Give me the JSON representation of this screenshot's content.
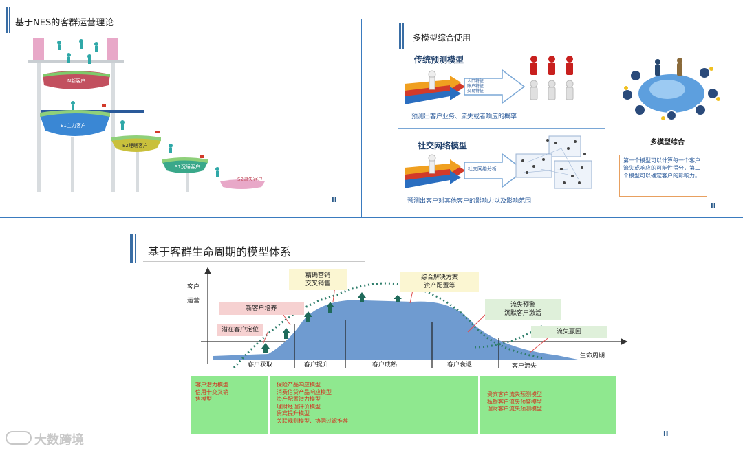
{
  "nes_panel": {
    "title": "基于NES的客群运营理论",
    "levels": [
      {
        "label": "N新客户"
      },
      {
        "label": "E1主力客户"
      },
      {
        "label": "E2睡眠客户"
      },
      {
        "label": "S1沉睡客户"
      },
      {
        "label": "S2流失客户"
      }
    ],
    "pager": "II"
  },
  "multi_model_panel": {
    "title": "多模型综合使用",
    "traditional": {
      "heading": "传统预测模型",
      "arrow_text": "人口特征\n账户特征\n交易特征",
      "caption": "预测出客户业务、流失或者响应的概率"
    },
    "social": {
      "heading": "社交网络模型",
      "arrow_text": "社交网络分析",
      "caption": "预测出客户对其他客户的影响力以及影响范围"
    },
    "combo": {
      "heading": "多模型综合",
      "description": "第一个模型可以计算每一个客户流失或响应的可能性得分，第二个模型可以确定客户的影响力。"
    },
    "pager": "II"
  },
  "lifecycle_panel": {
    "title": "基于客群生命周期的模型体系",
    "y_axis_label_1": "客户",
    "y_axis_label_2": "运营",
    "x_axis_label": "生命周期",
    "callouts": [
      {
        "text": "潜在客户定位"
      },
      {
        "text": "新客户培养"
      },
      {
        "text": "精确营销\n交叉销售"
      },
      {
        "text": "综合解决方案\n资产配置等"
      },
      {
        "text": "流失预警\n沉默客户激活"
      },
      {
        "text": "流失赢回"
      }
    ],
    "stages": [
      "客户获取",
      "客户提升",
      "客户成熟",
      "客户衰退",
      "客户流失"
    ],
    "models": [
      {
        "lines": [
          "客户潜力模型",
          "信用卡交叉销",
          "售模型"
        ]
      },
      {
        "lines": [
          "保险产品响应模型",
          "消费信贷产品响应模型",
          "资产配置潜力模型",
          "理财经理评价模型",
          "贵宾提升模型",
          "关联规则模型、协同过滤推荐"
        ]
      },
      {
        "lines": [
          "贵宾客户流失预测模型",
          "私银客户流失预警模型",
          "理财客户流失预测模型"
        ]
      }
    ],
    "pager": "II"
  },
  "watermark": "大数跨境",
  "colors": {
    "accent": "#3a6ea5",
    "curve_fill": "#6f9bd0",
    "dotted_curve": "#2e7d6b",
    "model_bg": "#8fe88f",
    "model_text": "#d0311f",
    "pink_box": "#f6d1d1",
    "yellow_box": "#fbf6d2",
    "green_box": "#dff0da"
  }
}
